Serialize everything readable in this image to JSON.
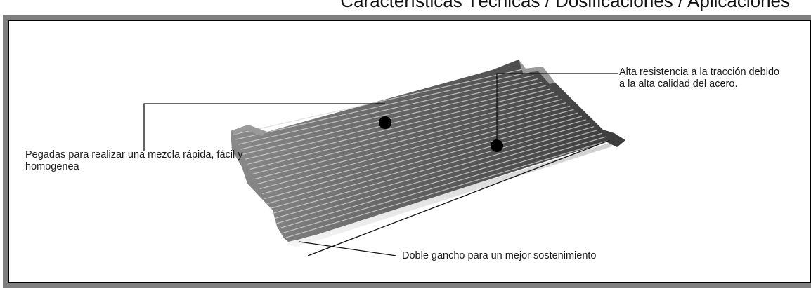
{
  "title": "Características Técnicas / Dosificaciones / Aplicaciones",
  "callouts": {
    "left": "Pegadas para realizar una mezcla rápida, fácil y homogenea",
    "right": "Alta resistencia a la tracción debido a la alta calidad del acero.",
    "bottom": "Doble gancho para un  mejor sostenimiento"
  },
  "colors": {
    "frame": "#7f7f7f",
    "fiber_dark": "#3f3f3f",
    "fiber_light": "#bdbdbd",
    "text": "#1a1a1a"
  }
}
